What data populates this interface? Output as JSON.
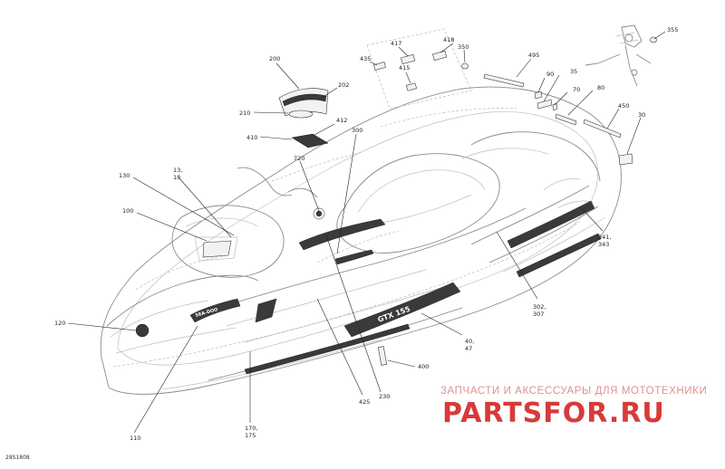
{
  "drawing_id": "28S1808",
  "watermark": {
    "caption": "ЗАПЧАСТИ И АКСЕССУАРЫ ДЛЯ МОТОТЕХНИКИ",
    "logo_text": "PARTSFOR.RU",
    "color": "#d83a3a"
  },
  "decal_text": {
    "brand": "SEA-DOO",
    "model": "GTX 155"
  },
  "callouts": {
    "c355": "355",
    "c417": "417",
    "c418": "418",
    "c350": "350",
    "c495": "495",
    "c435": "435",
    "c415": "415",
    "c90": "90",
    "c35": "35",
    "c70": "70",
    "c80": "80",
    "c450": "450",
    "c30": "30",
    "c200": "200",
    "c202": "202",
    "c210": "210",
    "c412": "412",
    "c410": "410",
    "c300": "300",
    "c720": "720",
    "c130": "130",
    "c13_18": "13,\n18",
    "c100": "100",
    "c341_343": "341,\n343",
    "c302_307": "302,\n307",
    "c120": "120",
    "c40_47": "40,\n47",
    "c400": "400",
    "c425": "425",
    "c230": "230",
    "c170_175": "170,\n175",
    "c110": "110"
  }
}
